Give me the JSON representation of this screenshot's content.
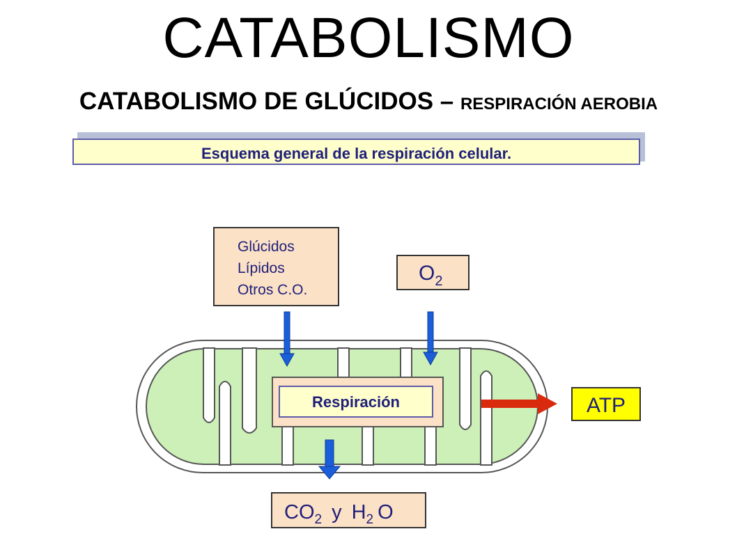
{
  "page": {
    "title": "CATABOLISMO",
    "subtitle_main": "CATABOLISMO DE GLÚCIDOS – ",
    "subtitle_small": "RESPIRACIÓN AEROBIA"
  },
  "banner": {
    "text": "Esquema general de la respiración celular."
  },
  "diagram": {
    "inputs": [
      "Glúcidos",
      "Lípidos",
      "Otros C.O."
    ],
    "oxygen": {
      "base": "O",
      "sub": "2"
    },
    "process": "Respiración",
    "energy_output": "ATP",
    "products": {
      "co": "CO",
      "co_sub": "2",
      "y": "y",
      "h": "H",
      "h_sub": "2",
      "o": "O"
    }
  },
  "colors": {
    "input_box": "#fbe1c6",
    "mitochondrion_matrix": "#ccf0b8",
    "process_box": "#fbe1c6",
    "atp_box": "#ffff00",
    "blue_arrow": "#1a5fd9",
    "red_arrow": "#d92a0e",
    "banner_fill": "#ffffcc"
  }
}
